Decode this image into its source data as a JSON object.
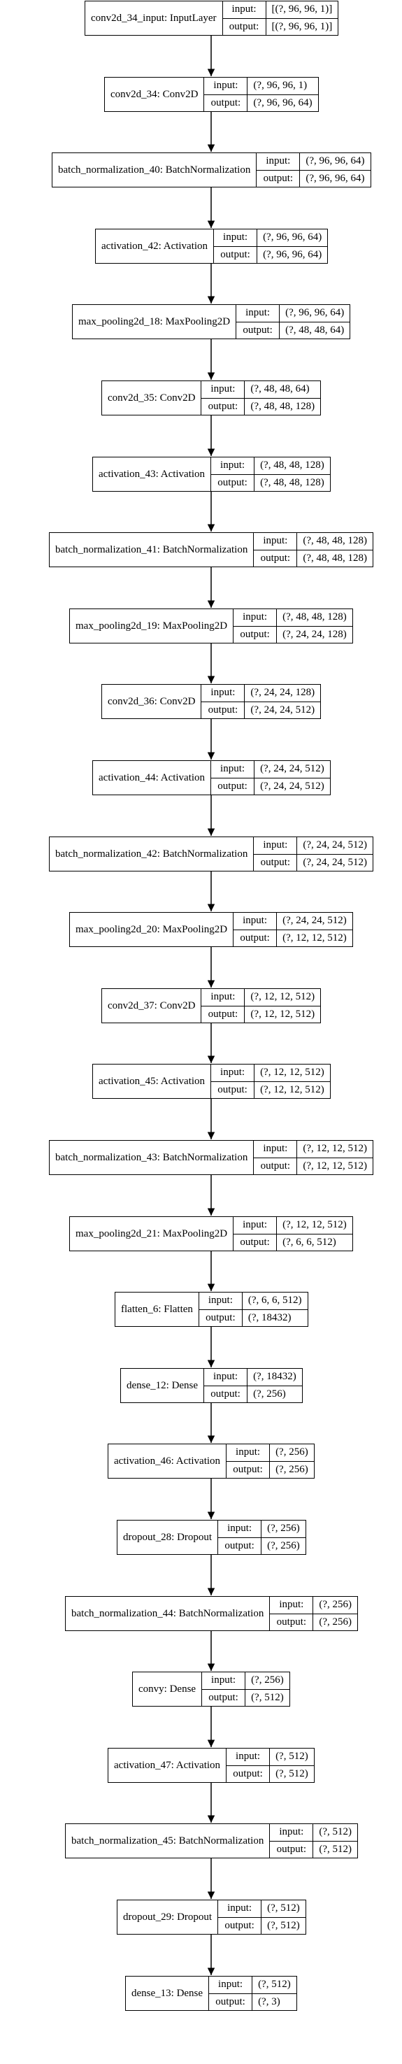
{
  "labels": {
    "input": "input:",
    "output": "output:"
  },
  "layers": [
    {
      "name": "conv2d_34_input: InputLayer",
      "input": "[(?, 96, 96, 1)]",
      "output": "[(?, 96, 96, 1)]"
    },
    {
      "name": "conv2d_34: Conv2D",
      "input": "(?, 96, 96, 1)",
      "output": "(?, 96, 96, 64)"
    },
    {
      "name": "batch_normalization_40: BatchNormalization",
      "input": "(?, 96, 96, 64)",
      "output": "(?, 96, 96, 64)"
    },
    {
      "name": "activation_42: Activation",
      "input": "(?, 96, 96, 64)",
      "output": "(?, 96, 96, 64)"
    },
    {
      "name": "max_pooling2d_18: MaxPooling2D",
      "input": "(?, 96, 96, 64)",
      "output": "(?, 48, 48, 64)"
    },
    {
      "name": "conv2d_35: Conv2D",
      "input": "(?, 48, 48, 64)",
      "output": "(?, 48, 48, 128)"
    },
    {
      "name": "activation_43: Activation",
      "input": "(?, 48, 48, 128)",
      "output": "(?, 48, 48, 128)"
    },
    {
      "name": "batch_normalization_41: BatchNormalization",
      "input": "(?, 48, 48, 128)",
      "output": "(?, 48, 48, 128)"
    },
    {
      "name": "max_pooling2d_19: MaxPooling2D",
      "input": "(?, 48, 48, 128)",
      "output": "(?, 24, 24, 128)"
    },
    {
      "name": "conv2d_36: Conv2D",
      "input": "(?, 24, 24, 128)",
      "output": "(?, 24, 24, 512)"
    },
    {
      "name": "activation_44: Activation",
      "input": "(?, 24, 24, 512)",
      "output": "(?, 24, 24, 512)"
    },
    {
      "name": "batch_normalization_42: BatchNormalization",
      "input": "(?, 24, 24, 512)",
      "output": "(?, 24, 24, 512)"
    },
    {
      "name": "max_pooling2d_20: MaxPooling2D",
      "input": "(?, 24, 24, 512)",
      "output": "(?, 12, 12, 512)"
    },
    {
      "name": "conv2d_37: Conv2D",
      "input": "(?, 12, 12, 512)",
      "output": "(?, 12, 12, 512)"
    },
    {
      "name": "activation_45: Activation",
      "input": "(?, 12, 12, 512)",
      "output": "(?, 12, 12, 512)"
    },
    {
      "name": "batch_normalization_43: BatchNormalization",
      "input": "(?, 12, 12, 512)",
      "output": "(?, 12, 12, 512)"
    },
    {
      "name": "max_pooling2d_21: MaxPooling2D",
      "input": "(?, 12, 12, 512)",
      "output": "(?, 6, 6, 512)"
    },
    {
      "name": "flatten_6: Flatten",
      "input": "(?, 6, 6, 512)",
      "output": "(?, 18432)"
    },
    {
      "name": "dense_12: Dense",
      "input": "(?, 18432)",
      "output": "(?, 256)"
    },
    {
      "name": "activation_46: Activation",
      "input": "(?, 256)",
      "output": "(?, 256)"
    },
    {
      "name": "dropout_28: Dropout",
      "input": "(?, 256)",
      "output": "(?, 256)"
    },
    {
      "name": "batch_normalization_44: BatchNormalization",
      "input": "(?, 256)",
      "output": "(?, 256)"
    },
    {
      "name": "convy: Dense",
      "input": "(?, 256)",
      "output": "(?, 512)"
    },
    {
      "name": "activation_47: Activation",
      "input": "(?, 512)",
      "output": "(?, 512)"
    },
    {
      "name": "batch_normalization_45: BatchNormalization",
      "input": "(?, 512)",
      "output": "(?, 512)"
    },
    {
      "name": "dropout_29: Dropout",
      "input": "(?, 512)",
      "output": "(?, 512)"
    },
    {
      "name": "dense_13: Dense",
      "input": "(?, 512)",
      "output": "(?, 3)"
    }
  ]
}
